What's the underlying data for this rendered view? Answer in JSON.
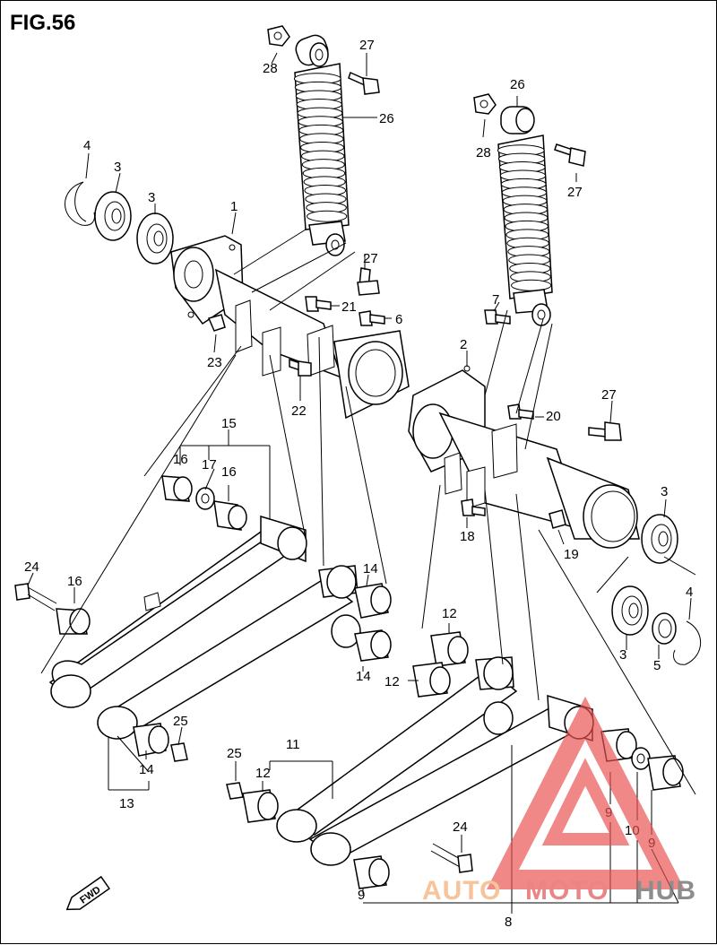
{
  "figure_title": "FIG.56",
  "fwd_label": "FWD",
  "watermark": {
    "part1": "AUTO",
    "part2": "MOTO",
    "part3": "HUB",
    "colors": {
      "auto": "#f5b98a",
      "moto": "#e87070",
      "hub": "#7a7a7a",
      "triangle": "#e85050"
    }
  },
  "callouts": [
    "28",
    "27",
    "26",
    "4",
    "3",
    "3",
    "1",
    "27",
    "21",
    "6",
    "23",
    "22",
    "26",
    "28",
    "27",
    "7",
    "2",
    "20",
    "27",
    "15",
    "16",
    "17",
    "16",
    "18",
    "3",
    "19",
    "24",
    "16",
    "14",
    "12",
    "14",
    "4",
    "3",
    "5",
    "12",
    "25",
    "14",
    "11",
    "13",
    "12",
    "25",
    "9",
    "10",
    "9",
    "24",
    "9",
    "8"
  ]
}
